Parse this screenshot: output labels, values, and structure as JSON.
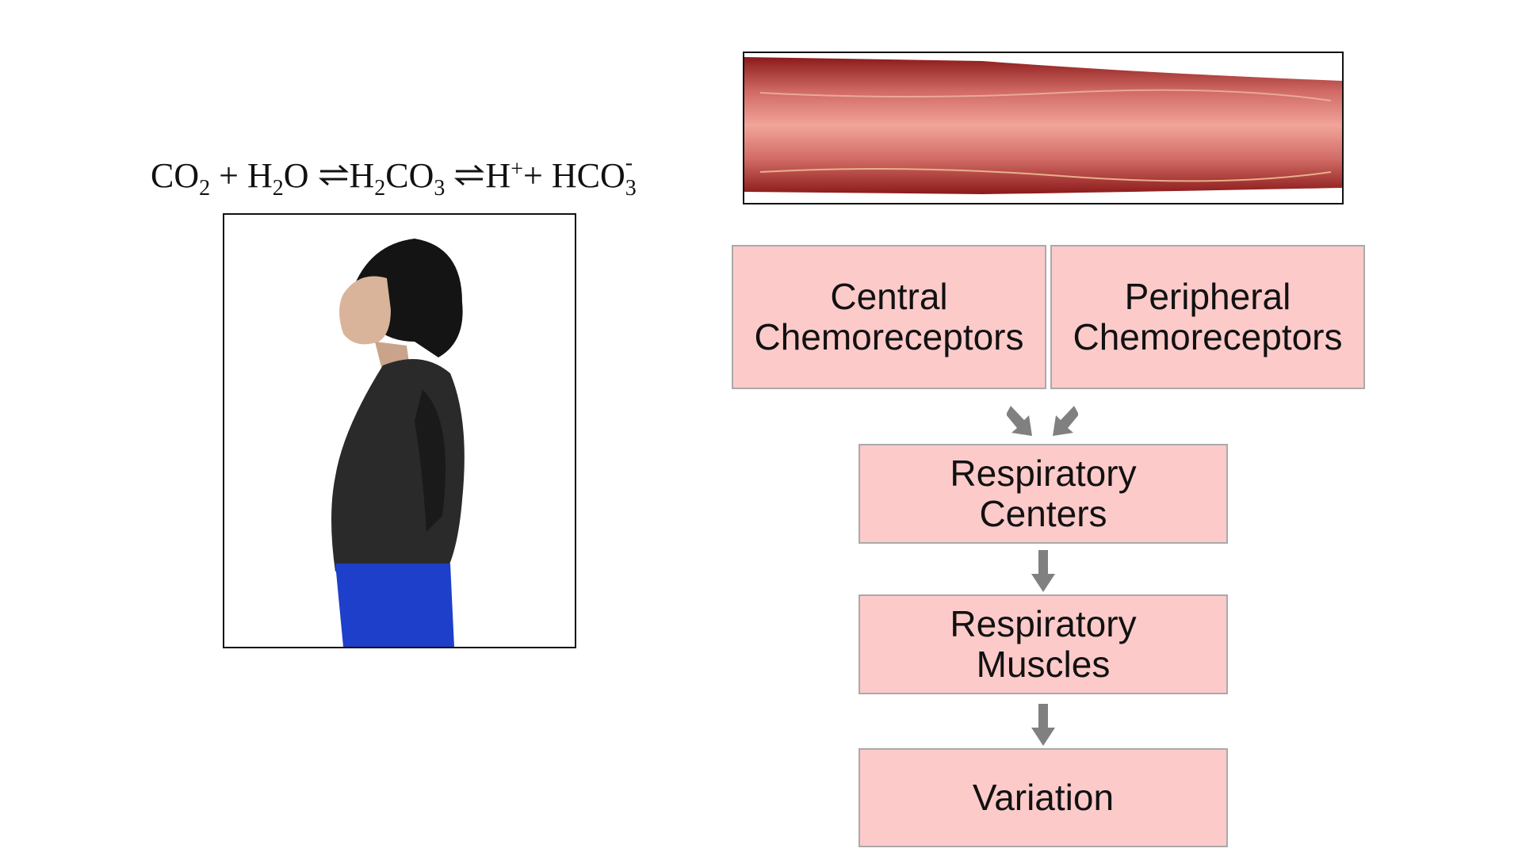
{
  "equation": {
    "co2": "CO",
    "co2_sub": "2",
    "plus1": " + ",
    "h2o_h": "H",
    "h2o_sub": "2",
    "h2o_o": "O",
    "h2co3_h": "H",
    "h2co3_sub1": "2",
    "h2co3_co": "CO",
    "h2co3_sub2": "3",
    "h": "H",
    "h_sup": "+",
    "plus2": "+ ",
    "hco3": "HCO",
    "hco3_sub": "3",
    "hco3_sup": "-"
  },
  "flowchart": {
    "central": [
      "Central",
      "Chemoreceptors"
    ],
    "peripheral": [
      "Peripheral",
      "Chemoreceptors"
    ],
    "centers": [
      "Respiratory",
      "Centers"
    ],
    "muscles": [
      "Respiratory",
      "Muscles"
    ],
    "variation": "Variation"
  },
  "colors": {
    "box_fill": "#fdcaca",
    "arrow": "#808080"
  }
}
